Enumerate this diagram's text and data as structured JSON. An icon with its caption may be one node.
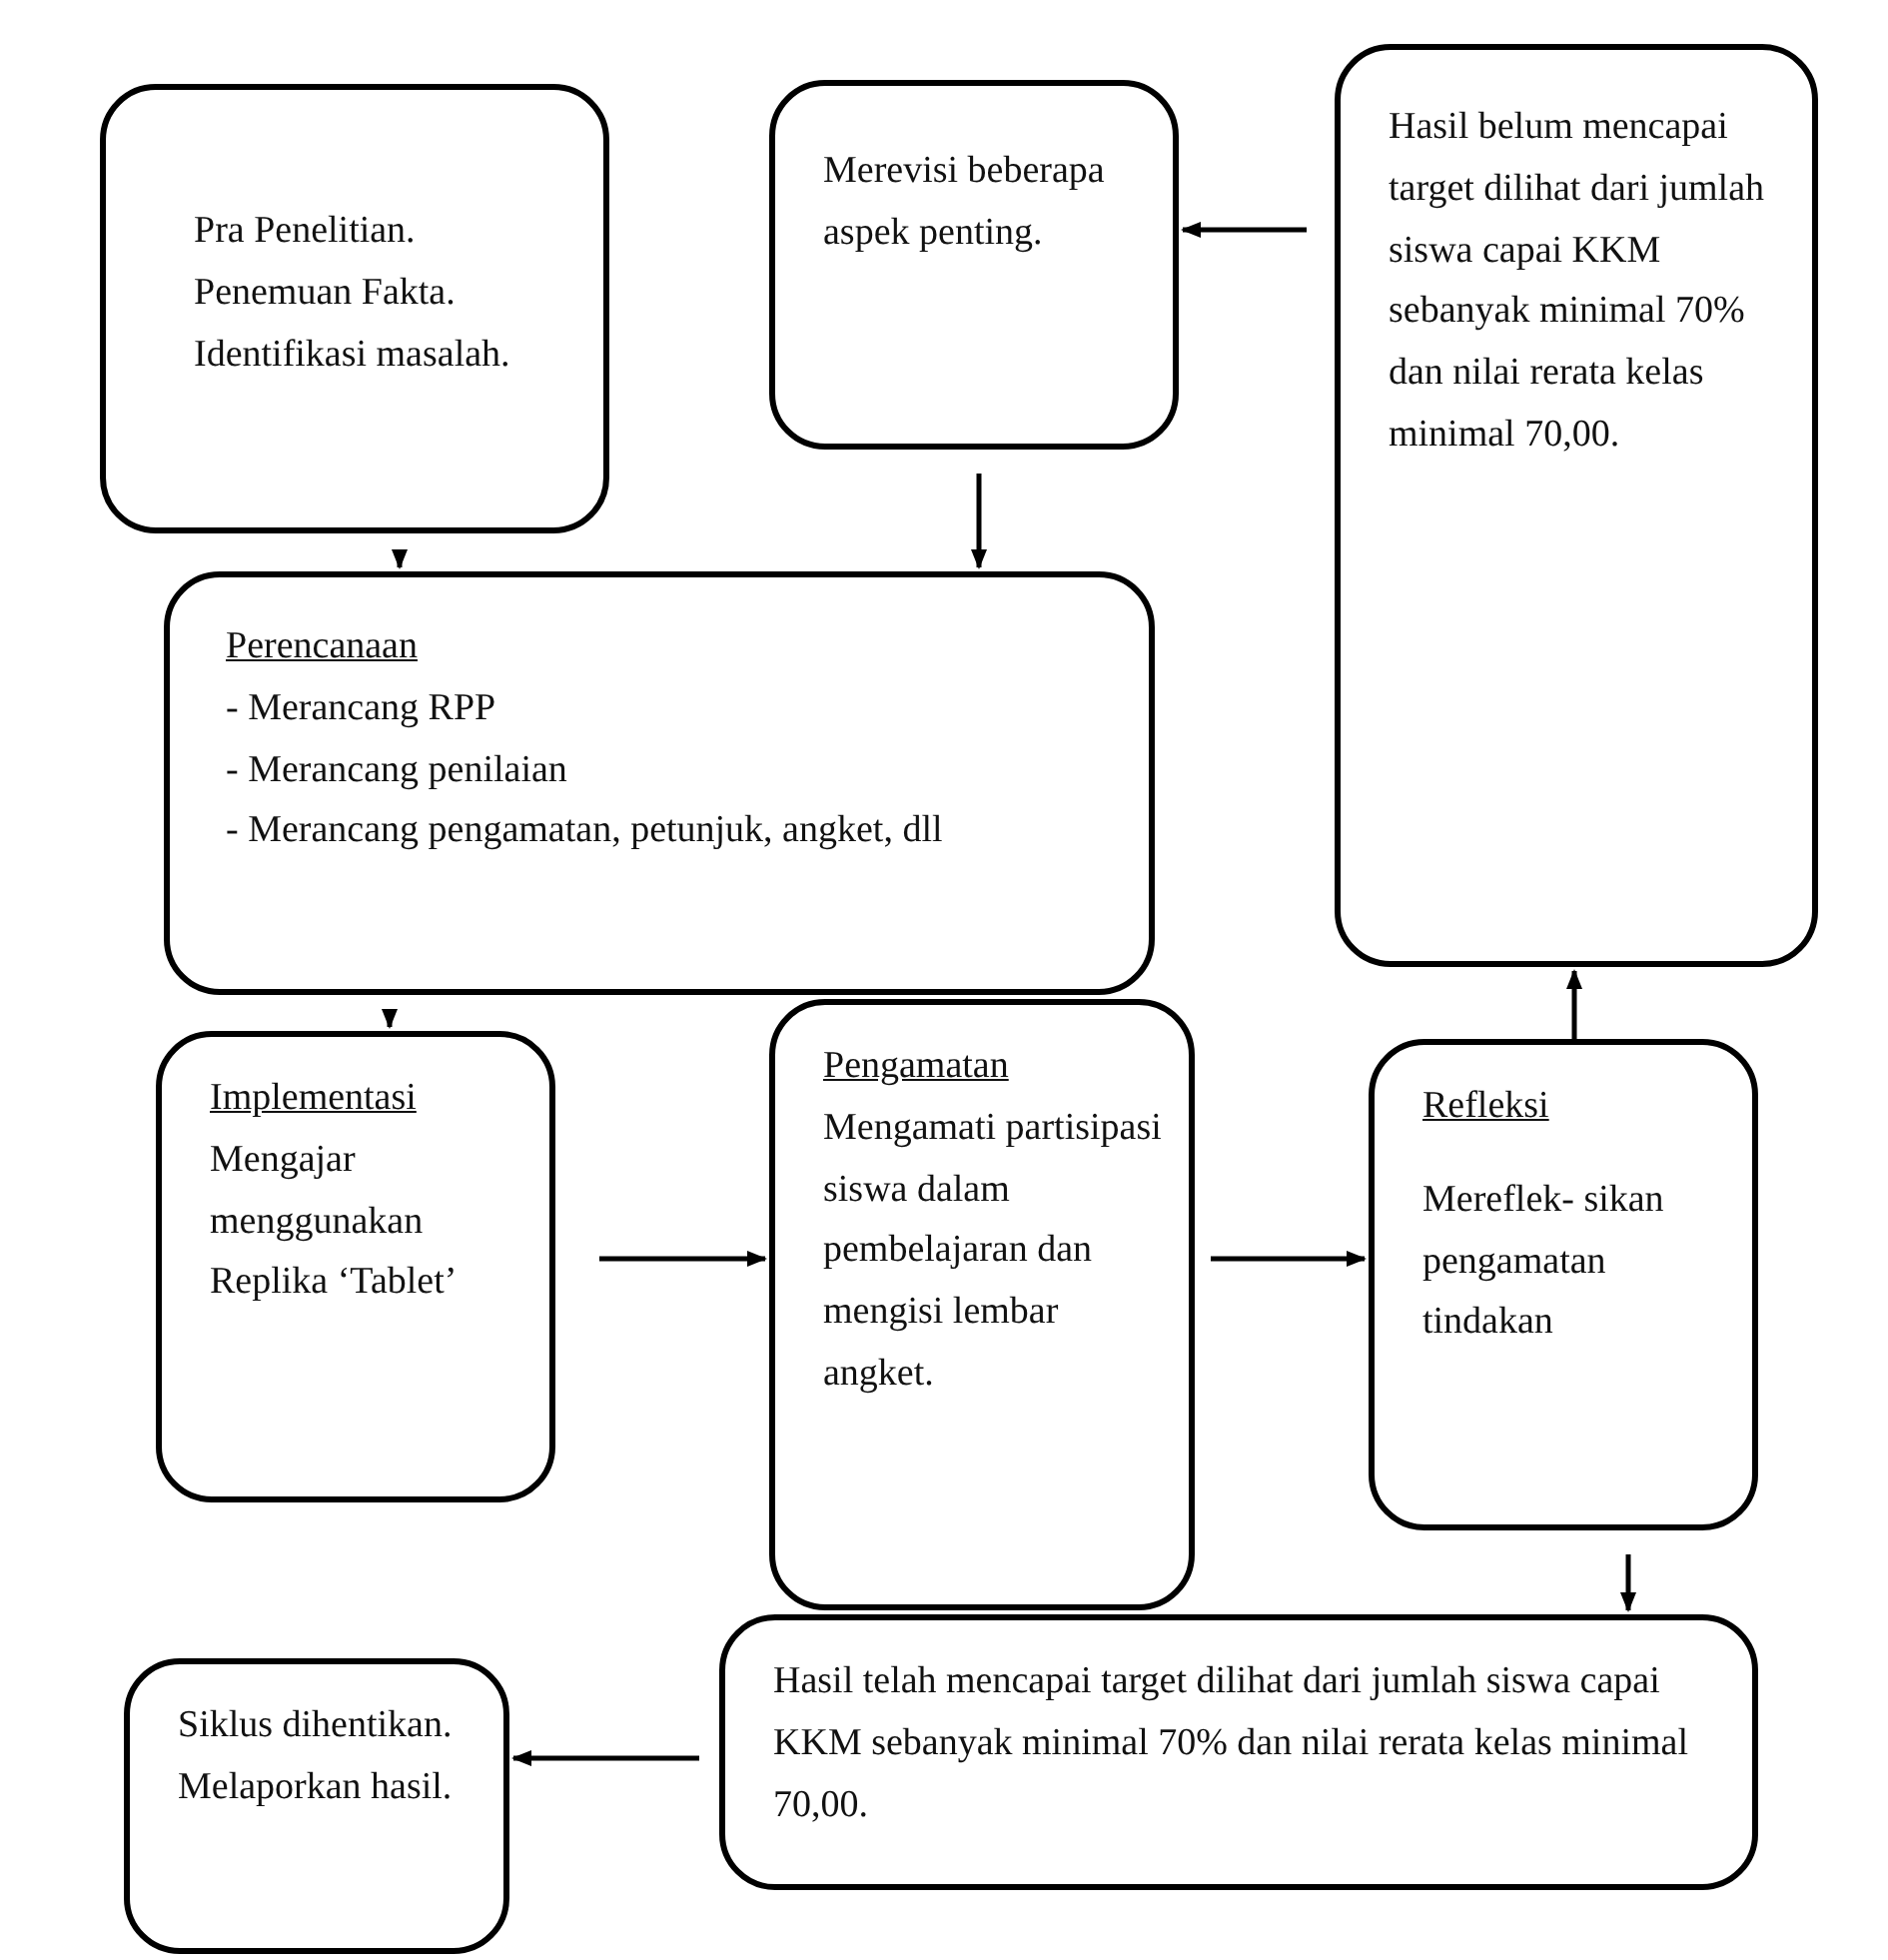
{
  "diagram": {
    "nodes": [
      {
        "text": [
          "Pra Penelitian. Penemuan Fakta. Identifikasi masalah."
        ]
      },
      {
        "text": [
          "Merevisi beberapa aspek penting."
        ]
      },
      {
        "text": [
          "Hasil belum mencapai target dilihat dari jumlah siswa capai KKM sebanyak minimal 70% dan nilai rerata kelas minimal 70,00."
        ]
      },
      {
        "text": [
          "Perencanaan",
          "- Merancang RPP",
          "- Merancang penilaian",
          "- Merancang pengamatan, petunjuk, angket, dll"
        ]
      },
      {
        "text": [
          "Implementasi",
          "Mengajar menggunakan Replika ‘Tablet’"
        ]
      },
      {
        "text": [
          "Pengamatan",
          "Mengamati partisipasi siswa dalam pembelajaran dan mengisi lembar angket."
        ]
      },
      {
        "text": [
          "Refleksi",
          "Mereflek- sikan pengamatan tindakan"
        ]
      },
      {
        "text": [
          "Hasil telah mencapai target dilihat dari jumlah siswa capai KKM sebanyak minimal 70% dan nilai rerata kelas minimal 70,00."
        ]
      },
      {
        "text": [
          "Siklus dihentikan. Melaporkan hasil."
        ]
      }
    ],
    "edges": [
      {
        "from": 0,
        "to": 3,
        "arrow": "to"
      },
      {
        "from": 1,
        "to": 3,
        "arrow": "to"
      },
      {
        "from": 2,
        "to": 1,
        "arrow": "to"
      },
      {
        "from": 3,
        "to": 4,
        "arrow": "to"
      },
      {
        "from": 4,
        "to": 5,
        "arrow": "to"
      },
      {
        "from": 5,
        "to": 6,
        "arrow": "to"
      },
      {
        "from": 6,
        "to": 2,
        "arrow": "to"
      },
      {
        "from": 6,
        "to": 7,
        "arrow": "to"
      },
      {
        "from": 7,
        "to": 8,
        "arrow": "to"
      }
    ]
  }
}
